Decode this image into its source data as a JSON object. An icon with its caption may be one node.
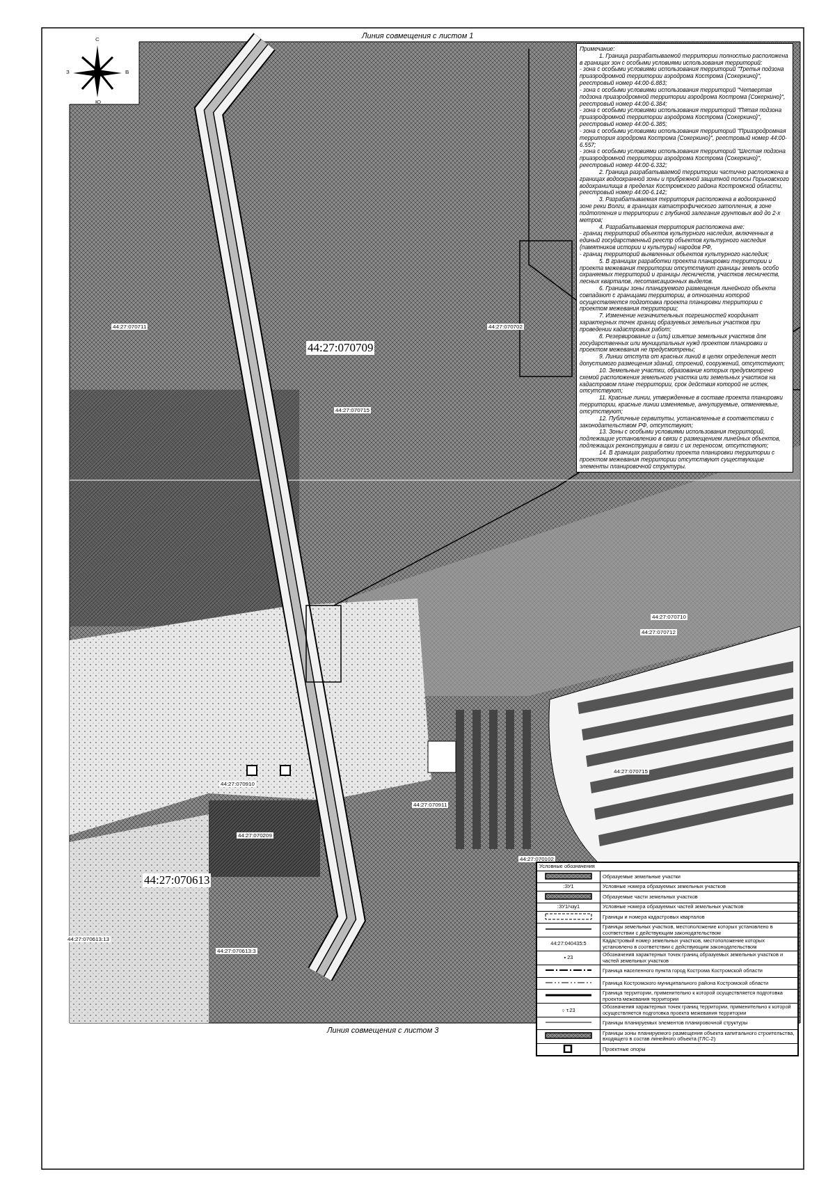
{
  "diagram": {
    "title": "Линия совмещения с листом 1",
    "caption": "Линия совмещения с листом 3",
    "labels": [
      "С",
      "З",
      "В",
      "Ю",
      "44:27:070711",
      "44:27:070709",
      "44:27:070702",
      "44:27:070715",
      "44:27:070710",
      "44:27:070712",
      "44:27:070715",
      "44:27:070910",
      "44:27:070911",
      "44:27:070209",
      "44:27:070102",
      "44:27:070613",
      "44:27:070613:13",
      "44:27:070613:3",
      "Примечание:",
      "1. Граница разрабатываемой территории полностью расположена в границах зон с особыми условиями использования территорий:",
      "- зона с особыми условиями использования территорий \"Третья подзона приаэродромной территории аэродрома Кострома (Сокеркино)\", реестровый номер 44:00-6.883;",
      "- зона с особыми условиями использования территорий \"Четвертая подзона приаэродромной территории аэродрома Кострома (Сокеркино)\", реестровый номер 44:00-6.384;",
      "- зона с особыми условиями использования территорий \"Пятая подзона приаэродромной территории аэродрома Кострома (Сокеркино)\", реестровый номер 44:00-6.385;",
      "- зона с особыми условиями использования территорий \"Приаэродромная территория аэродрома Кострома (Сокеркино)\", реестровый номер 44:00-6.557;",
      "- зона с особыми условиями использования территорий \"Шестая подзона приаэродромной территории аэродрома Кострома (Сокеркино)\", реестровый номер 44:00-6.332;",
      "2. Граница разрабатываемой территории частично расположена в границах водоохранной зоны и прибрежной защитной полосы Горьковского водохранилища в пределах Костромского района Костромской области, реестровый номер 44:00-6.142;",
      "3. Разрабатываемая территория расположена в водоохранной зоне реки Волги, в границах катастрофического затопления, в зоне подтопления и территории с глубиной залегания грунтовых вод до 2-х метров;",
      "4. Разрабатываемая территория расположена вне:",
      "- границ территорий объектов культурного наследия, включенных в единый государственный реестр объектов культурного наследия (памятников истории и культуры) народов РФ,",
      "- границ территорий выявленных объектов культурного наследия;",
      "5. В границах разработки проекта планировки территории и проекта межевания территории отсутствуют границы земель особо охраняемых территорий и границы лесничеств, участков лесничеств, лесных кварталов, лесотаксационных выделов.",
      "6. Границы зоны планируемого размещения линейного объекта совпадают с границами территории, в отношении которой осуществляется подготовка проекта планировки территории с проектом межевания территории;",
      "7. Изменение незначительных погрешностей координат характерных точек границ образуемых земельных участков при проведении кадастровых работ;",
      "8. Резервирование и (или) изъятие земельных участков для государственных или муниципальных нужд проектом планировки и проектом межевания не предусмотрены;",
      "9. Линии отступа от красных линий в целях определения мест допустимого размещения зданий, строений, сооружений, отсутствуют;",
      "10. Земельные участки, образование которых предусмотрено схемой расположения земельного участка или земельных участков на кадастровом плане территории, срок действия которой не истек, отсутствуют;",
      "11. Красные линии, утвержденные в составе проекта планировки территории, красные линии изменяемые, аннулируемые, отменяемые, отсутствуют;",
      "12. Публичные сервитуты, установленные в соответствии с законодательством РФ, отсутствуют;",
      "13. Зоны с особыми условиями использования территорий, подлежащие установлению в связи с размещением линейных объектов, подлежащих реконструкции в связи с их переносом, отсутствуют;",
      "14. В границах разработки проекта планировки территории с проектом межевания территории отсутствуют существующие элементы планировочной структуры.",
      "Условные обозначения",
      ":ЗУ1",
      ":ЗУ1/чзу1",
      "44:27:040435:5",
      "• 23",
      "○ т.23"
    ],
    "legend": [
      {
        "text": "Образуемые земельные участки"
      },
      {
        "text": "Условные номера образуемых земельных участков"
      },
      {
        "text": "Образуемые части земельных участков"
      },
      {
        "text": "Условные номера образуемых частей земельных участков"
      },
      {
        "text": "Границы и номера кадастровых кварталов"
      },
      {
        "text": "Границы земельных участков, местоположение которых установлено в соответствии с действующим законодательством"
      },
      {
        "text": "Кадастровый номер земельных участков, местоположение которых установлено в соответствии с действующим законодательством"
      },
      {
        "text": "Обозначения характерных точек границ образуемых земельных участков и частей земельных участков"
      },
      {
        "text": "Граница населенного пункта город Кострома Костромской области"
      },
      {
        "text": "Граница Костромского муниципального района Костромской области"
      },
      {
        "text": "Граница территории, применительно к которой осуществляется подготовка проекта межевания территории"
      },
      {
        "text": "Обозначения характерных точек границ территории, применительно к которой осуществляется подготовка проекта межевания территории"
      },
      {
        "text": "Границы планируемых элементов планировочной структуры"
      },
      {
        "text": "Границы зоны планируемого размещения объекта капитального строительства, входящего в состав линейного объекта (ГЛС-2)"
      },
      {
        "text": "Проектные опоры"
      }
    ]
  }
}
